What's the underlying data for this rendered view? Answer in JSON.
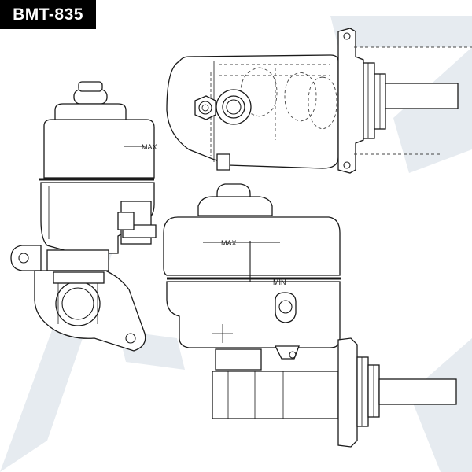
{
  "part_number": "BMT-835",
  "reservoir_labels": {
    "max": "MAX",
    "min": "MIN",
    "side_max": "MAX"
  },
  "colors": {
    "line": "#1a1a1a",
    "watermark": "#dde3ea",
    "watermark_accent": "#f4c9c9",
    "badge_bg": "#000000",
    "badge_text": "#ffffff"
  }
}
